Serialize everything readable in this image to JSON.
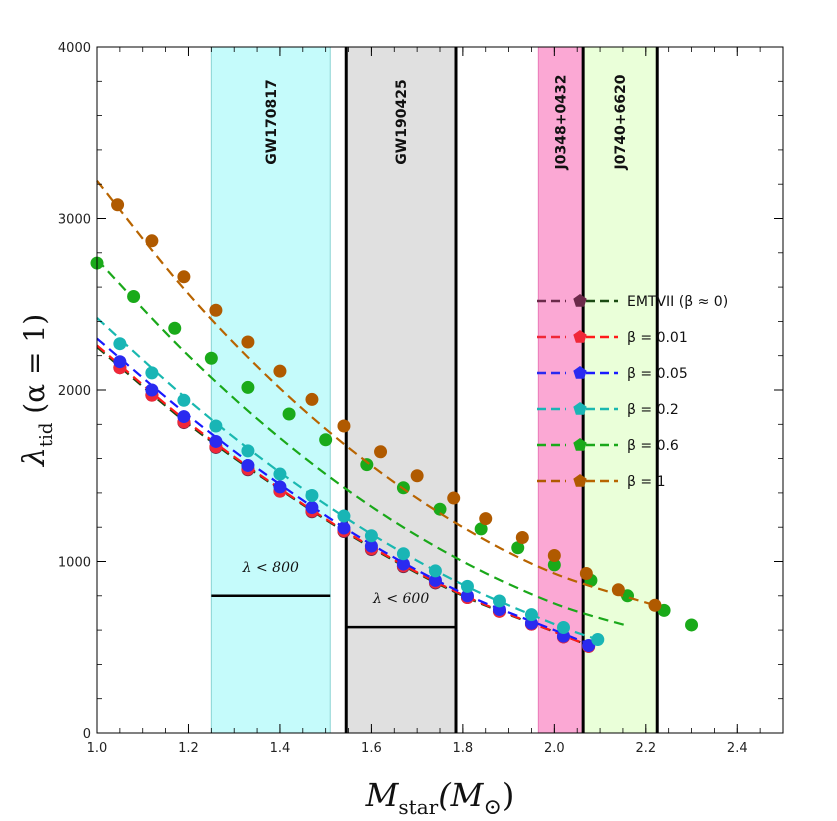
{
  "chart_data": {
    "type": "line",
    "xlabel": "M_star(M_⊙)",
    "xlabel_main": "M",
    "xlabel_sub": "star",
    "xlabel_paren": "(M",
    "xlabel_close": ")",
    "ylabel": "λ_tid (α = 1)",
    "ylabel_main": "λ",
    "ylabel_sub": "tid",
    "ylabel_rest": " (α = 1)",
    "xlim": [
      1.0,
      2.5
    ],
    "ylim": [
      0,
      4000
    ],
    "xticks": [
      "1.0",
      "1.2",
      "1.4",
      "1.6",
      "1.8",
      "2.0",
      "2.2",
      "2.4"
    ],
    "xtick_values": [
      1.0,
      1.2,
      1.4,
      1.6,
      1.8,
      2.0,
      2.2,
      2.4
    ],
    "yticks": [
      "0",
      "1000",
      "2000",
      "3000",
      "4000"
    ],
    "ytick_values": [
      0,
      1000,
      2000,
      3000,
      4000
    ],
    "grid": false,
    "legend_position": "right",
    "bands": [
      {
        "label": "GW170817",
        "x0": 1.25,
        "x1": 1.51,
        "color": "#c5fbfb",
        "border": "#8ad4d4",
        "thick": false
      },
      {
        "label": "GW190425",
        "x0": 1.545,
        "x1": 1.785,
        "color": "#e0e0e0",
        "border": "#000000",
        "thick": true
      },
      {
        "label": "J0348+0432",
        "x0": 1.965,
        "x1": 2.063,
        "color": "#fba8d4",
        "border": "#e97ab8",
        "thick": false
      },
      {
        "label": "J0740+6620",
        "x0": 2.063,
        "x1": 2.225,
        "color": "#eaffd9",
        "border": "#000000",
        "thick": true
      }
    ],
    "limits": [
      {
        "label": "λ < 800",
        "value": 800,
        "x0": 1.25,
        "x1": 1.51
      },
      {
        "label": "λ < 600",
        "value": 617,
        "x0": 1.545,
        "x1": 1.785
      }
    ],
    "series": [
      {
        "name": "EMTVII (β ≈ 0)",
        "line_color": "#1a4a12",
        "marker_color": "#6b2a4a",
        "curve": [
          [
            1.0,
            2250
          ],
          [
            1.2,
            1800
          ],
          [
            1.4,
            1420
          ],
          [
            1.6,
            1080
          ],
          [
            1.8,
            800
          ],
          [
            2.0,
            590
          ],
          [
            2.075,
            510
          ]
        ],
        "points": [
          [
            1.05,
            2130
          ],
          [
            1.12,
            1970
          ],
          [
            1.19,
            1810
          ],
          [
            1.26,
            1665
          ],
          [
            1.33,
            1535
          ],
          [
            1.4,
            1410
          ],
          [
            1.47,
            1290
          ],
          [
            1.54,
            1175
          ],
          [
            1.6,
            1070
          ],
          [
            1.67,
            970
          ],
          [
            1.74,
            875
          ],
          [
            1.81,
            790
          ],
          [
            1.88,
            710
          ],
          [
            1.95,
            635
          ],
          [
            2.02,
            560
          ],
          [
            2.075,
            505
          ]
        ]
      },
      {
        "name": "β = 0.01",
        "line_color": "#ff1a1a",
        "marker_color": "#f02838",
        "curve": [
          [
            1.0,
            2260
          ],
          [
            1.2,
            1810
          ],
          [
            1.4,
            1425
          ],
          [
            1.6,
            1085
          ],
          [
            1.8,
            805
          ],
          [
            2.0,
            590
          ],
          [
            2.075,
            510
          ]
        ],
        "points": [
          [
            1.05,
            2130
          ],
          [
            1.12,
            1970
          ],
          [
            1.19,
            1815
          ],
          [
            1.26,
            1670
          ],
          [
            1.33,
            1540
          ],
          [
            1.4,
            1410
          ],
          [
            1.47,
            1295
          ],
          [
            1.54,
            1180
          ],
          [
            1.6,
            1075
          ],
          [
            1.67,
            975
          ],
          [
            1.74,
            880
          ],
          [
            1.81,
            790
          ],
          [
            1.88,
            710
          ],
          [
            1.95,
            635
          ],
          [
            2.02,
            560
          ],
          [
            2.075,
            505
          ]
        ]
      },
      {
        "name": "β = 0.05",
        "line_color": "#1a1aff",
        "marker_color": "#2a2af0",
        "curve": [
          [
            1.0,
            2300
          ],
          [
            1.2,
            1850
          ],
          [
            1.4,
            1450
          ],
          [
            1.6,
            1100
          ],
          [
            1.8,
            815
          ],
          [
            2.0,
            600
          ],
          [
            2.075,
            520
          ]
        ],
        "points": [
          [
            1.05,
            2165
          ],
          [
            1.12,
            2000
          ],
          [
            1.19,
            1845
          ],
          [
            1.26,
            1700
          ],
          [
            1.33,
            1560
          ],
          [
            1.4,
            1435
          ],
          [
            1.47,
            1315
          ],
          [
            1.54,
            1195
          ],
          [
            1.6,
            1090
          ],
          [
            1.67,
            985
          ],
          [
            1.74,
            890
          ],
          [
            1.81,
            800
          ],
          [
            1.88,
            720
          ],
          [
            1.95,
            640
          ],
          [
            2.02,
            565
          ],
          [
            2.075,
            510
          ]
        ]
      },
      {
        "name": "β = 0.2",
        "line_color": "#1ab8b0",
        "marker_color": "#19b5b5",
        "curve": [
          [
            1.0,
            2420
          ],
          [
            1.2,
            1940
          ],
          [
            1.4,
            1520
          ],
          [
            1.6,
            1160
          ],
          [
            1.8,
            865
          ],
          [
            2.0,
            635
          ],
          [
            2.095,
            545
          ]
        ],
        "points": [
          [
            1.05,
            2270
          ],
          [
            1.12,
            2100
          ],
          [
            1.19,
            1940
          ],
          [
            1.26,
            1790
          ],
          [
            1.33,
            1645
          ],
          [
            1.4,
            1510
          ],
          [
            1.47,
            1385
          ],
          [
            1.54,
            1265
          ],
          [
            1.6,
            1150
          ],
          [
            1.67,
            1045
          ],
          [
            1.74,
            945
          ],
          [
            1.81,
            855
          ],
          [
            1.88,
            770
          ],
          [
            1.95,
            690
          ],
          [
            2.02,
            615
          ],
          [
            2.095,
            545
          ]
        ]
      },
      {
        "name": "β = 0.6",
        "line_color": "#1aa81a",
        "marker_color": "#1aaa1a",
        "curve": [
          [
            1.0,
            2760
          ],
          [
            1.2,
            2200
          ],
          [
            1.4,
            1720
          ],
          [
            1.6,
            1320
          ],
          [
            1.8,
            1000
          ],
          [
            2.0,
            755
          ],
          [
            2.16,
            625
          ]
        ],
        "points": [
          [
            1.0,
            2740
          ],
          [
            1.08,
            2545
          ],
          [
            1.17,
            2360
          ],
          [
            1.25,
            2185
          ],
          [
            1.33,
            2015
          ],
          [
            1.42,
            1860
          ],
          [
            1.5,
            1710
          ],
          [
            1.59,
            1565
          ],
          [
            1.67,
            1430
          ],
          [
            1.75,
            1305
          ],
          [
            1.84,
            1190
          ],
          [
            1.92,
            1080
          ],
          [
            2.0,
            980
          ],
          [
            2.08,
            890
          ],
          [
            2.16,
            800
          ],
          [
            2.24,
            715
          ],
          [
            2.3,
            630
          ]
        ]
      },
      {
        "name": "β = 1",
        "line_color": "#b86400",
        "marker_color": "#b05a00",
        "curve": [
          [
            1.0,
            3220
          ],
          [
            1.2,
            2560
          ],
          [
            1.4,
            2010
          ],
          [
            1.6,
            1560
          ],
          [
            1.8,
            1200
          ],
          [
            2.0,
            930
          ],
          [
            2.22,
            745
          ]
        ],
        "points": [
          [
            1.045,
            3080
          ],
          [
            1.12,
            2870
          ],
          [
            1.19,
            2660
          ],
          [
            1.26,
            2465
          ],
          [
            1.33,
            2280
          ],
          [
            1.4,
            2110
          ],
          [
            1.47,
            1945
          ],
          [
            1.54,
            1790
          ],
          [
            1.62,
            1640
          ],
          [
            1.7,
            1500
          ],
          [
            1.78,
            1370
          ],
          [
            1.85,
            1250
          ],
          [
            1.93,
            1140
          ],
          [
            2.0,
            1035
          ],
          [
            2.07,
            930
          ],
          [
            2.14,
            835
          ],
          [
            2.22,
            745
          ]
        ]
      }
    ]
  }
}
